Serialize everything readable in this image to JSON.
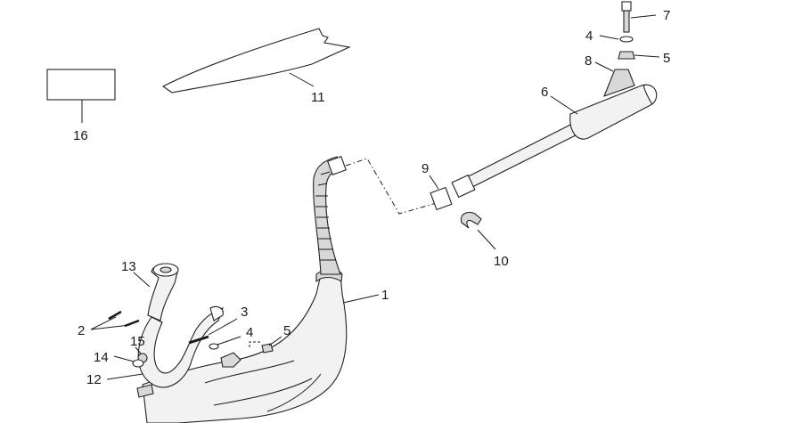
{
  "callouts": {
    "c1": "1",
    "c2": "2",
    "c3": "3",
    "c4a": "4",
    "c4b": "4",
    "c5a": "5",
    "c5b": "5",
    "c6": "6",
    "c7": "7",
    "c8": "8",
    "c9": "9",
    "c10": "10",
    "c11": "11",
    "c12": "12",
    "c13": "13",
    "c14": "14",
    "c15": "15",
    "c16": "16"
  }
}
